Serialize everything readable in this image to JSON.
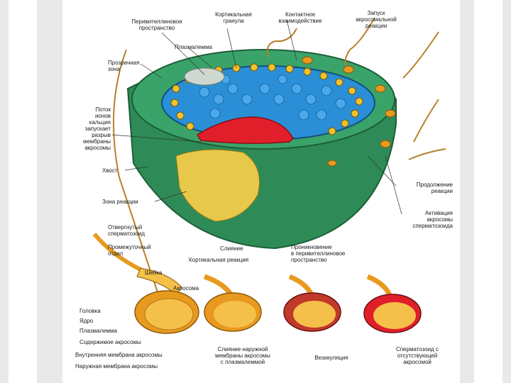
{
  "labels": {
    "perivitelline_top": "Перивителлиновое\nпространство",
    "cortical_granule": "Кортикальная\nгранула",
    "contact_interaction": "Контактное\nвзаимодействие",
    "acrosome_reaction_start": "Запуск\nакросомальной\nреакции",
    "plasmalemma_egg": "Плазмалемма",
    "zona_pellucida": "Прозрачная\nзона",
    "calcium_flow": "Поток\nионов\nкальция\nзапускает\nразрыв\nмембраны\nакросомы",
    "flagellum": "Хвост",
    "zona_reaction": "Зона реакции",
    "detached_sperm": "Отвергнутый\nсперматозоид",
    "midpiece": "Промежуточный\nотдел",
    "fusion": "Слияние",
    "cortical_reaction": "Кортикальная реакция",
    "penetration": "Проникновение\nв перивителлиновое\nпространство",
    "reaction_continue": "Продолжение\nреакции",
    "acrosome_activation": "Активация\nакросомы\nсперматозоида",
    "neck": "Шейка",
    "acrosome": "Акросома",
    "head": "Головка",
    "nucleus": "Ядро",
    "plasmalemma_sperm": "Плазмалемма",
    "acrosome_content": "Содержимое акросомы",
    "inner_membrane": "Внутренняя мембрана акросомы",
    "outer_membrane": "Наружная мембрана акросомы",
    "fused_membrane": "Слияние наружной\nмембраны акросомы\nс плазмалеммой",
    "vesiculation": "Везикуляция",
    "sperm_no_acrosome": "Сперматозоид с\nотсутствующей\nакросомой"
  },
  "colors": {
    "zona": "#2e8b57",
    "zona_dark": "#1f6b3f",
    "cytoplasm": "#2a8fd6",
    "granule": "#f2c230",
    "reaction": "#e01f2a",
    "yellow_zone": "#e8c84a",
    "sperm": "#e89a1e",
    "sperm_light": "#f5c04a"
  }
}
